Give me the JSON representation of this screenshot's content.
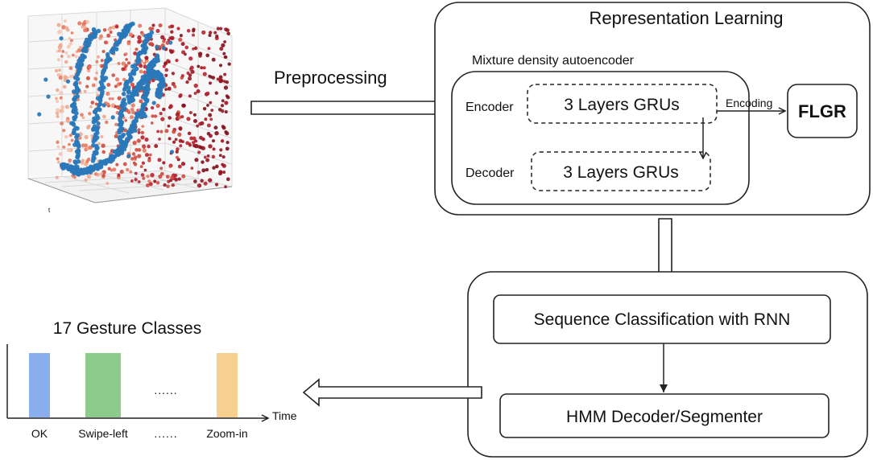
{
  "representation": {
    "title": "Representation Learning",
    "autoencoder_label": "Mixture density autoencoder",
    "encoder_label": "Encoder",
    "decoder_label": "Decoder",
    "encoder_block": "3 Layers GRUs",
    "decoder_block": "3 Layers GRUs",
    "encoding_label": "Encoding",
    "output_label": "FLGR"
  },
  "preprocessing_label": "Preprocessing",
  "classification": {
    "rnn_label": "Sequence Classification with RNN",
    "hmm_label": "HMM Decoder/Segmenter"
  },
  "gesture_chart": {
    "title": "17 Gesture Classes",
    "time_label": "Time",
    "ellipsis": "......",
    "scatter_axis_tick": "t"
  },
  "colors": {
    "hand_trace": "#2a78b8",
    "point_cloud_dark": "#9c1420",
    "point_cloud_light": "#f1a58c"
  },
  "chart_data": {
    "type": "bar",
    "title": "17 Gesture Classes",
    "xlabel": "Time",
    "categories": [
      "OK",
      "Swipe-left",
      "......",
      "Zoom-in"
    ],
    "values": [
      1,
      1,
      null,
      1
    ],
    "colors": [
      "#8aaeee",
      "#8ccb8c",
      null,
      "#f7cf8e"
    ]
  }
}
